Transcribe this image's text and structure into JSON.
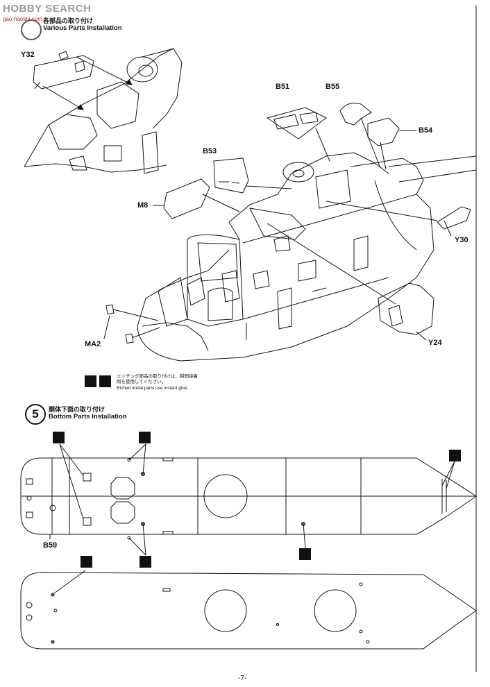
{
  "watermark": {
    "main": "HOBBY SEARCH",
    "sub": "gao-haoshi.com"
  },
  "step4": {
    "title_jp": "各部品の取り付け",
    "title_en": "Various Parts Installation",
    "parts": [
      "Y32",
      "B51",
      "B55",
      "B54",
      "B53",
      "M8",
      "Y30",
      "MA2",
      "Y24"
    ],
    "note_lines": [
      "エッチング部品の取り付けは、瞬間接着",
      "剤を使用してください。",
      "Etched metal parts use instant glue."
    ]
  },
  "step5": {
    "number": "5",
    "title_jp": "胴体下面の取り付け",
    "title_en": "Bottom Parts Installation",
    "parts": [
      "B59"
    ]
  },
  "page": {
    "number": "-7-"
  }
}
